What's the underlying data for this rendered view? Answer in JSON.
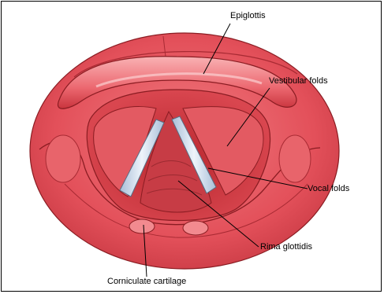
{
  "figure": {
    "labels": {
      "epiglottis": "Epiglottis",
      "vestibular_folds": "Vestibular folds",
      "vocal_folds": "Vocal folds",
      "rima_glottidis": "Rima glottidis",
      "corniculate_cartilage": "Corniculate cartilage"
    },
    "colors": {
      "tissue_outer": "#e8545c",
      "tissue_mid": "#d9404a",
      "tissue_light": "#f28a8f",
      "tissue_dark": "#b8282f",
      "vocal_fold": "#c8d8ea",
      "outline": "#7a1418"
    }
  }
}
